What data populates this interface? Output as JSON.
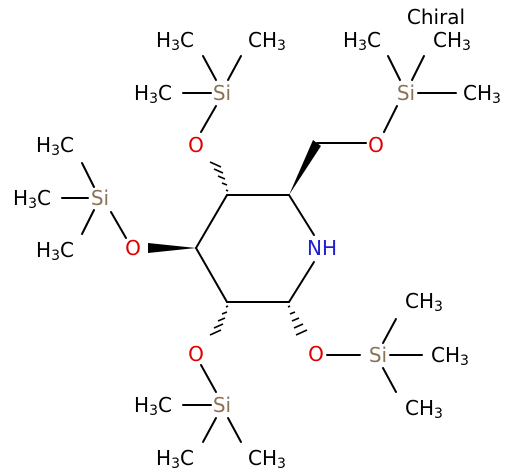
{
  "annotation": "Chiral",
  "elements": {
    "silicon": "Si",
    "oxygen": "O",
    "amine": "NH",
    "methyl_H": "H",
    "methyl_C": "C",
    "methyl_sub": "3"
  },
  "colors": {
    "bond": "#000000",
    "silicon": "#8B7355",
    "oxygen": "#E00000",
    "nitrogen": "#2020D0",
    "carbon": "#000000"
  }
}
